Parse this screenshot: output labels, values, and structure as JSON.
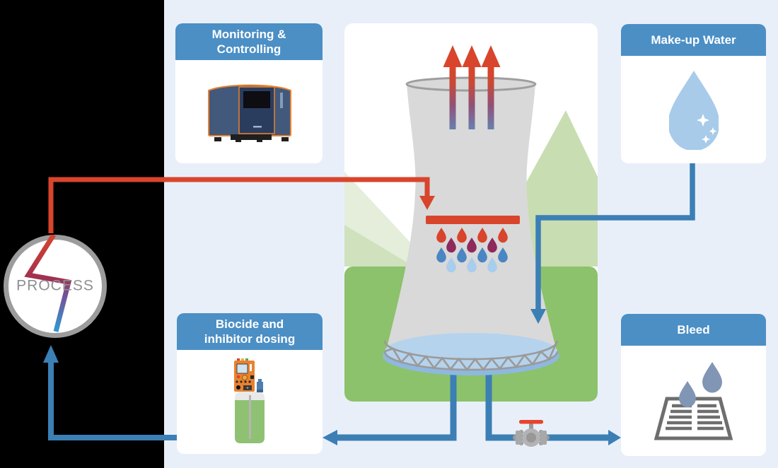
{
  "process_unit": {
    "label": "PROCESS"
  },
  "cards": {
    "monitoring": {
      "title": "Monitoring & Controlling",
      "icon": "controller-device-icon"
    },
    "makeup": {
      "title": "Make-up Water",
      "icon": "water-drop-icon"
    },
    "biocide": {
      "title": "Biocide and inhibitor dosing",
      "icon": "dosing-pump-icon"
    },
    "bleed": {
      "title": "Bleed",
      "icon": "drain-grate-icon"
    }
  },
  "scene": {
    "description_elements": [
      "cooling-tower",
      "mountains",
      "basin",
      "steam-arrows",
      "spray-header",
      "spray-droplets",
      "valve"
    ]
  },
  "colors": {
    "panel_bg": "#e9eff9",
    "header_blue": "#4b8fc5",
    "line_blue": "#3b7fb5",
    "hot_red": "#d8452c",
    "ground_green": "#8cc26b",
    "mountain_green": "#c9ddb2",
    "mountain_pale": "#e4eeda",
    "mountain_mid": "#cfe2bd",
    "tower_gray": "#d9d9d9",
    "basin_blue": "#b5d3ec",
    "basin_lip": "#8fb8e0",
    "ring_gray": "#9c9c9c",
    "text_gray": "#8f8f8f",
    "drop_purple": "#8e2a5c",
    "drop_blue": "#4a86c4",
    "drop_light": "#a9cdec",
    "icon_orange": "#e8822f",
    "device_navy": "#42597c",
    "tank_green": "#8fc173",
    "bleed_drop": "#8195b5",
    "makeup_drop": "#a7cbe9",
    "grate_gray": "#6e6e6e"
  }
}
